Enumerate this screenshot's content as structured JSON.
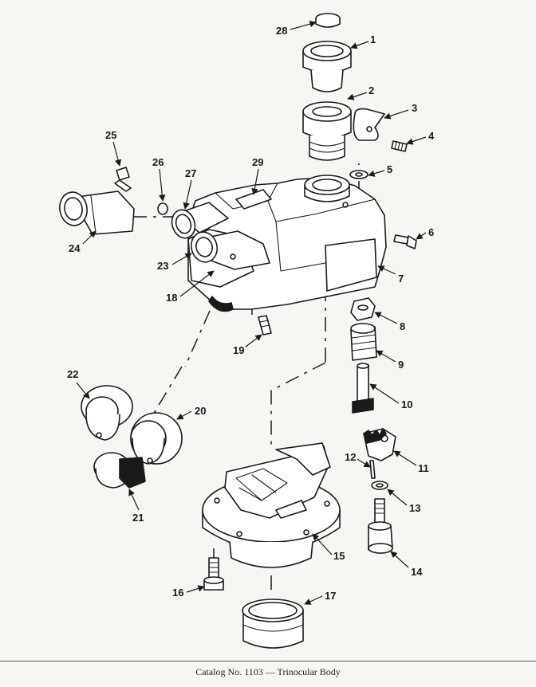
{
  "caption": "Catalog No. 1103  —  Trinocular Body",
  "callouts": [
    {
      "id": "c1",
      "label": "1"
    },
    {
      "id": "c2",
      "label": "2"
    },
    {
      "id": "c3",
      "label": "3"
    },
    {
      "id": "c4",
      "label": "4"
    },
    {
      "id": "c5",
      "label": "5"
    },
    {
      "id": "c6",
      "label": "6"
    },
    {
      "id": "c7",
      "label": "7"
    },
    {
      "id": "c8",
      "label": "8"
    },
    {
      "id": "c9",
      "label": "9"
    },
    {
      "id": "c10",
      "label": "10"
    },
    {
      "id": "c11",
      "label": "11"
    },
    {
      "id": "c12",
      "label": "12"
    },
    {
      "id": "c13",
      "label": "13"
    },
    {
      "id": "c14",
      "label": "14"
    },
    {
      "id": "c15",
      "label": "15"
    },
    {
      "id": "c16",
      "label": "16"
    },
    {
      "id": "c17",
      "label": "17"
    },
    {
      "id": "c18",
      "label": "18"
    },
    {
      "id": "c19",
      "label": "19"
    },
    {
      "id": "c20",
      "label": "20"
    },
    {
      "id": "c21",
      "label": "21"
    },
    {
      "id": "c22",
      "label": "22"
    },
    {
      "id": "c23",
      "label": "23"
    },
    {
      "id": "c24",
      "label": "24"
    },
    {
      "id": "c25",
      "label": "25"
    },
    {
      "id": "c26",
      "label": "26"
    },
    {
      "id": "c27",
      "label": "27"
    },
    {
      "id": "c28",
      "label": "28"
    },
    {
      "id": "c29",
      "label": "29"
    }
  ]
}
